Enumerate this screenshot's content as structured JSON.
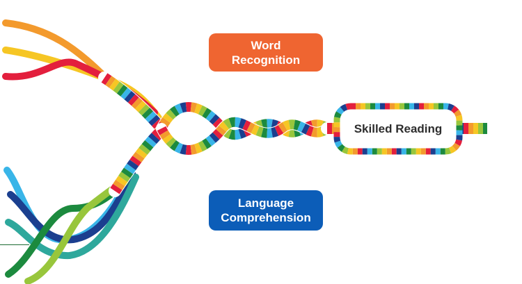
{
  "labels": {
    "word_recognition": "Word\nRecognition",
    "language_comprehension": "Language\nComprehension",
    "skilled_reading": "Skilled Reading"
  },
  "colors": {
    "word_recognition_bg": "#ef6531",
    "language_comprehension_bg": "#0c5db8",
    "strands_top": [
      "#f39a2d",
      "#f6c624",
      "#e31f3d"
    ],
    "strands_bottom": [
      "#39b5e8",
      "#1b3f8f",
      "#2ea89c",
      "#1c8a3e",
      "#98c63c"
    ],
    "rope_palette": [
      "#e31f3d",
      "#f39a2d",
      "#f6c624",
      "#98c63c",
      "#1c8a3e",
      "#39b5e8",
      "#1b3f8f"
    ]
  }
}
